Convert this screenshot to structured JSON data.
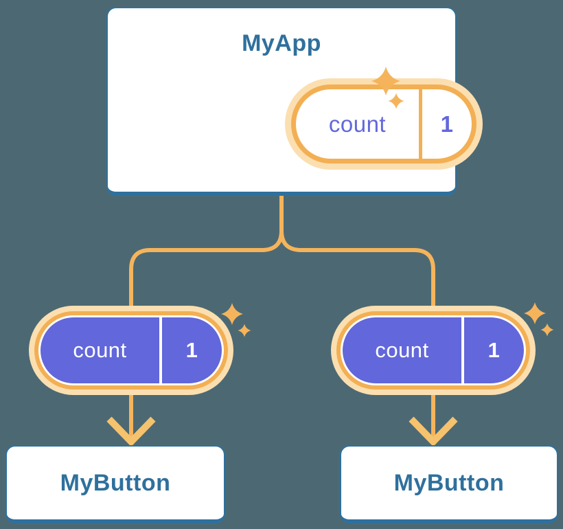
{
  "diagram": {
    "root": {
      "title": "MyApp",
      "state": {
        "name": "count",
        "value": "1"
      }
    },
    "children": [
      {
        "title": "MyButton",
        "prop": {
          "name": "count",
          "value": "1"
        }
      },
      {
        "title": "MyButton",
        "prop": {
          "name": "count",
          "value": "1"
        }
      }
    ]
  },
  "icons": [
    "sparkle-icon",
    "arrow-down-icon"
  ],
  "colors": {
    "background": "#4C6973",
    "card_fill": "#FFFFFF",
    "card_border_blue": "#2F709D",
    "heading_text_blue": "#2F709D",
    "connector_orange": "#F5B45C",
    "pill_ring_orange": "#F3AF53",
    "pill_halo_light": "#FBDFB0",
    "state_pill_fill": "#FFFFFF",
    "state_text_indigo": "#6267DB",
    "prop_pill_fill": "#6267DB",
    "prop_text_white": "#FFFFFF",
    "sparkle_orange": "#F5B45C",
    "arrowhead_orange": "#F5C26E"
  }
}
